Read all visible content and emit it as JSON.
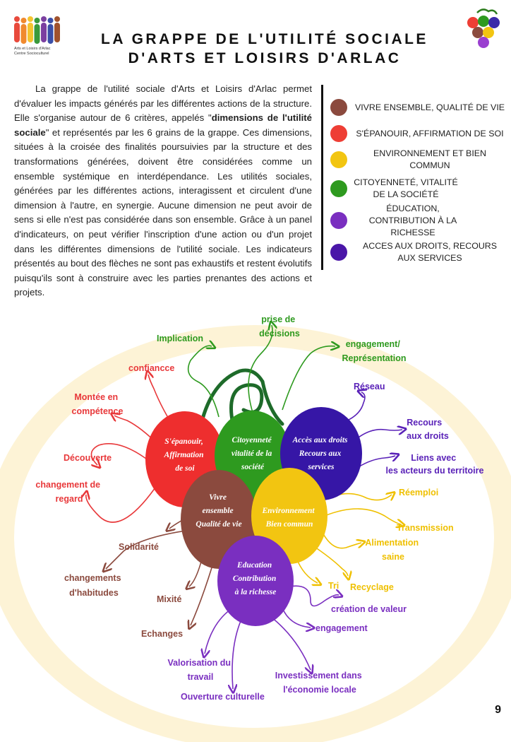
{
  "logo": {
    "line1": "Arts et Loisirs d'Arlac",
    "line2": "Centre Socioculturel",
    "people_colors": [
      "#e84a3c",
      "#f08a2e",
      "#f4c430",
      "#3a9a3c",
      "#7b3fa0",
      "#3b4fa8",
      "#a0522d"
    ]
  },
  "title": {
    "line1": "LA GRAPPE DE L'UTILITÉ SOCIALE",
    "line2": "D'ARTS ET LOISIRS D'ARLAC"
  },
  "intro": {
    "p1": "La grappe de l'utilité sociale d'Arts et Loisirs d'Arlac permet d'évaluer les impacts générés par les différentes actions de la structure. Elle s'organise autour de 6 critères, appelés \"",
    "bold": "dimensions de l'utilité sociale",
    "p2": "\" et représentés par les 6 grains de la grappe. Ces dimensions, situées à la croisée des finalités poursuivies par la structure et des transformations générées, doivent être considérées comme un ensemble systémique en interdépendance. Les utilités sociales, générées par les différentes actions, interagissent et circulent d'une dimension à l'autre, en synergie. Aucune dimension ne peut avoir de sens si elle n'est pas considérée dans son ensemble. Grâce à un panel d'indicateurs, on peut vérifier l'inscription d'une action ou d'un projet dans les différentes dimensions de l'utilité sociale. Les indicateurs présentés au bout des flèches ne sont pas exhaustifs et restent évolutifs puisqu'ils sont à construire avec les parties prenantes des actions et projets."
  },
  "legend": [
    {
      "label": "VIVRE ENSEMBLE, QUALITÉ DE VIE",
      "color": "#8b4a3e"
    },
    {
      "label": "S'ÉPANOUIR, AFFIRMATION DE SOI",
      "color": "#ee3e35"
    },
    {
      "label": "ENVIRONNEMENT ET BIEN COMMUN",
      "color": "#f2c511"
    },
    {
      "label": "CITOYENNETÉ, VITALITÉ DE LA SOCIÉTÉ",
      "color": "#2e9a1f"
    },
    {
      "label": "ÉDUCATION, CONTRIBUTION À LA RICHESSE",
      "color": "#7a2fc0"
    },
    {
      "label": "ACCES AUX DROITS, RECOURS AUX SERVICES",
      "color": "#4a16a8"
    }
  ],
  "grapes": {
    "epanouir": [
      "S'épanouir,",
      "Affirmation",
      "de soi"
    ],
    "citoyennete": [
      "Citoyenneté",
      "vitalité de la",
      "société"
    ],
    "acces": [
      "Accès aux droits",
      "Recours aux",
      "services"
    ],
    "vivre": [
      "Vivre",
      "ensemble",
      "Qualité de vie"
    ],
    "environnement": [
      "Environnement",
      "Bien commun"
    ],
    "education": [
      "Education",
      "Contribution",
      "à la richesse"
    ]
  },
  "indicators": {
    "green": {
      "implication": "Implication",
      "prise": [
        "prise de",
        "décisions"
      ],
      "engagement_rep": [
        "engagement/",
        "Représentation"
      ]
    },
    "red": {
      "confiance": "confiancce",
      "montee": [
        "Montée en",
        "compétence"
      ],
      "decouverte": "Découverte",
      "changement": [
        "changement de",
        "regard"
      ]
    },
    "blue": {
      "reseau": "Réseau",
      "recours": [
        "Recours",
        "aux droits"
      ],
      "liens": [
        "Liens avec",
        "les acteurs du territoire"
      ]
    },
    "yellow": {
      "reemploi": "Réemploi",
      "transmission": "Transmission",
      "alimentation": [
        "Alimentation",
        "saine"
      ],
      "recyclage": "Recyclage",
      "tri": "Tri"
    },
    "brown": {
      "solidarite": "Solidarité",
      "changements": [
        "changements",
        "d'habitudes"
      ],
      "mixite": "Mixité",
      "echanges": "Echanges"
    },
    "purple": {
      "creation": "création de valeur",
      "engagement": "engagement",
      "valorisation": [
        "Valorisation du",
        "travail"
      ],
      "investissement": [
        "Investissement dans",
        "l'économie locale"
      ],
      "ouverture": "Ouverture culturelle"
    }
  },
  "page_number": "9"
}
